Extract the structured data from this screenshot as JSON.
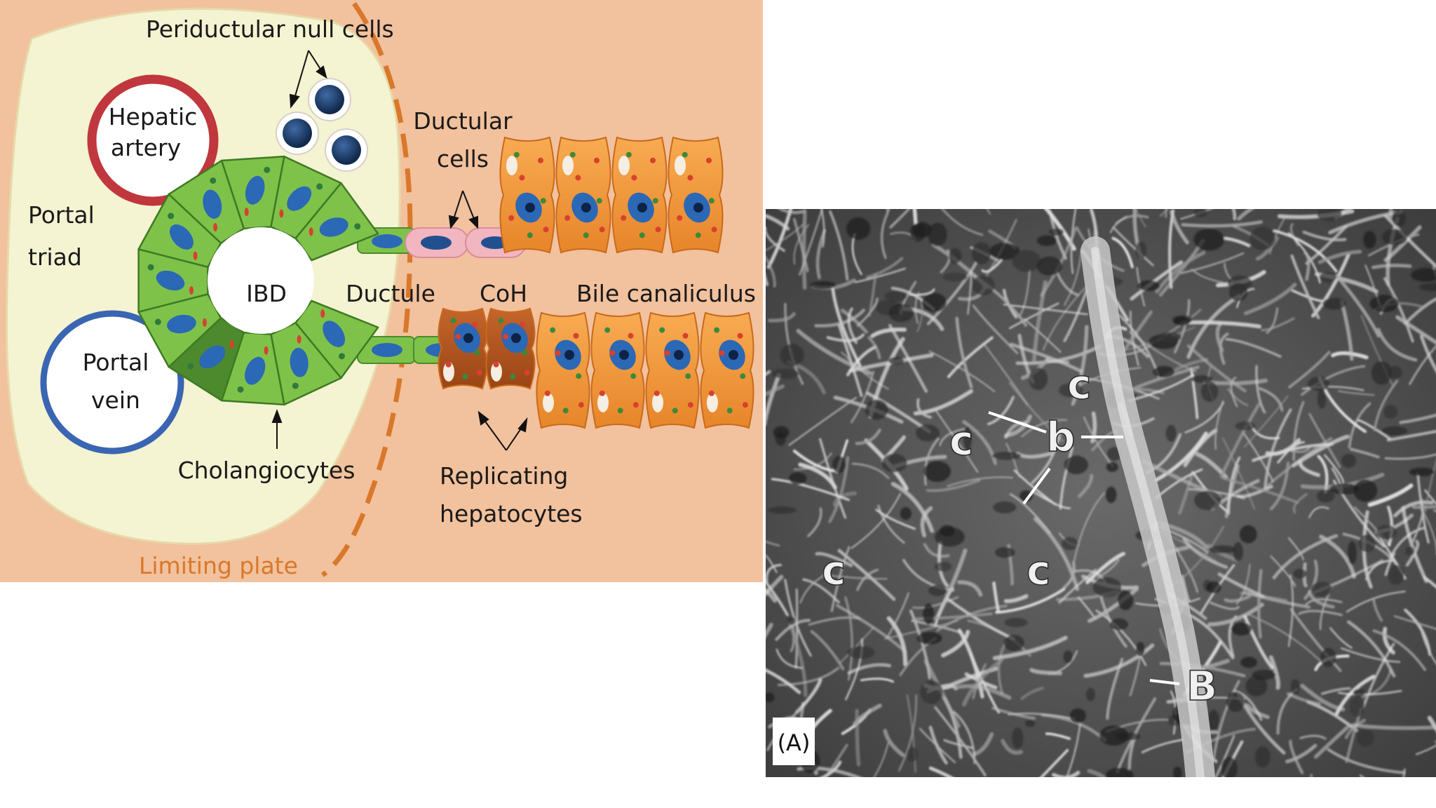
{
  "diagram": {
    "colors": {
      "background": "#f2c19d",
      "portal_triad_fill": "#f4f3d2",
      "hepatic_artery_ring": "#c0373d",
      "portal_vein_ring": "#3a65b2",
      "cholangiocyte": "#7fc24a",
      "cholangiocyte_dark": "#4d8a2d",
      "nucleus": "#2b68b5",
      "ductular_cell": "#f2b6c0",
      "hepatocyte": "#f59a3c",
      "replicating_hepatocyte": "#b5561f",
      "limiting_plate": "#d9782a",
      "null_cell": "#1f3f6e"
    },
    "labels": {
      "periductular_null_cells": "Periductular null cells",
      "hepatic_artery_line1": "Hepatic",
      "hepatic_artery_line2": "artery",
      "ductular_cells_line1": "Ductular",
      "ductular_cells_line2": "cells",
      "portal_triad_line1": "Portal",
      "portal_triad_line2": "triad",
      "ibd": "IBD",
      "ductule": "Ductule",
      "coh": "CoH",
      "bile_canaliculus": "Bile canaliculus",
      "portal_vein_line1": "Portal",
      "portal_vein_line2": "vein",
      "cholangiocytes": "Cholangiocytes",
      "replicating_line1": "Replicating",
      "replicating_line2": "hepatocytes",
      "limiting_plate": "Limiting plate"
    }
  },
  "micrograph": {
    "panel_label": "(A)",
    "annotations": {
      "c1": "c",
      "c2": "c",
      "c3": "c",
      "c4": "c",
      "b": "b",
      "B": "B"
    }
  }
}
